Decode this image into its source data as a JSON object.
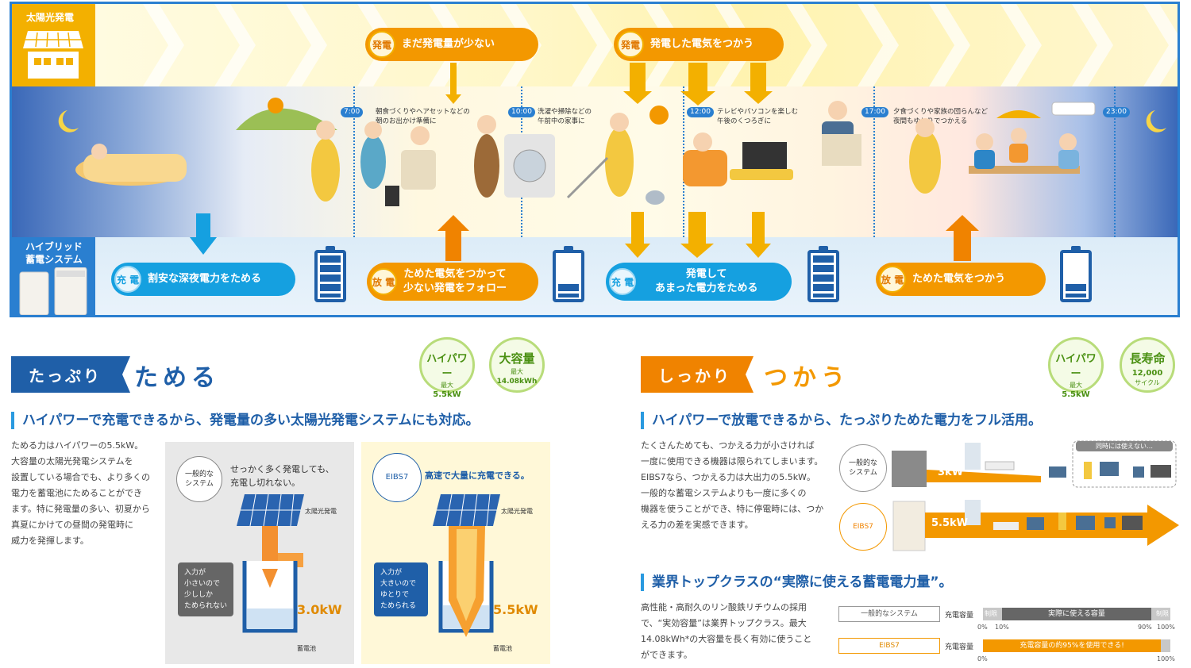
{
  "banner": {
    "solar_label": "太陽光発電",
    "hybrid_label_line1": "ハイブリッド",
    "hybrid_label_line2": "蓄電システム",
    "top_pills": [
      {
        "badge": "発電",
        "text": "まだ発電量が少ない"
      },
      {
        "badge": "発電",
        "text": "発電した電気をつかう"
      }
    ],
    "bottom_pills": [
      {
        "badge": "充 電",
        "text": "割安な深夜電力をためる"
      },
      {
        "badge": "放 電",
        "text1": "ためた電気をつかって",
        "text2": "少ない発電をフォロー"
      },
      {
        "badge": "充 電",
        "text1": "発電して",
        "text2": "あまった電力をためる"
      },
      {
        "badge": "放 電",
        "text": "ためた電気をつかう"
      }
    ],
    "times": [
      {
        "time": "7:00",
        "note1": "朝食づくりやヘアセットなどの",
        "note2": "朝のお出かけ準備に"
      },
      {
        "time": "10:00",
        "note1": "洗濯や掃除などの",
        "note2": "午前中の家事に"
      },
      {
        "time": "12:00",
        "note1": "テレビやパソコンを楽しむ",
        "note2": "午後のくつろぎに"
      },
      {
        "time": "17:00",
        "note1": "夕食づくりや家族の団らんなど",
        "note2": "夜間もゆとりでつかえる"
      },
      {
        "time": "23:00"
      }
    ]
  },
  "left": {
    "tag": "たっぷり",
    "big": "ためる",
    "badges": [
      {
        "title": "ハイパワー",
        "sub1": "最大",
        "sub2": "5.5kW"
      },
      {
        "title": "大容量",
        "sub1": "最大",
        "sub2": "14.08kWh"
      }
    ],
    "subtitle": "ハイパワーで充電できるから、発電量の多い太陽光発電システムにも対応。",
    "body": [
      "ためる力はハイパワーの5.5kW。",
      "大容量の太陽光発電システムを",
      "設置している場合でも、より多くの",
      "電力を蓄電池にためることができ",
      "ます。特に発電量の多い、初夏から",
      "真夏にかけての昼間の発電時に",
      "威力を発揮します。"
    ],
    "panel_a": {
      "circle1": "一般的な",
      "circle2": "システム",
      "head1": "せっかく多く発電しても、",
      "head2": "充電し切れない。",
      "solar": "太陽光発電",
      "callout": [
        "入力が",
        "小さいので",
        "少ししか",
        "ためられない"
      ],
      "value": "3.0kW",
      "battery": "蓄電池"
    },
    "panel_b": {
      "circle": "EIBS7",
      "head": "高速で大量に充電できる。",
      "solar": "太陽光発電",
      "callout": [
        "入力が",
        "大きいので",
        "ゆとりで",
        "ためられる"
      ],
      "value": "5.5kW",
      "battery": "蓄電池"
    }
  },
  "right": {
    "tag": "しっかり",
    "big": "つかう",
    "badges": [
      {
        "title": "ハイパワー",
        "sub1": "最大",
        "sub2": "5.5kW"
      },
      {
        "title": "長寿命",
        "sub1": "12,000",
        "sub2": "サイクル"
      }
    ],
    "subtitle": "ハイパワーで放電できるから、たっぷりためた電力をフル活用。",
    "body": [
      "たくさんためても、つかえる力が小さければ",
      "一度に使用できる機器は限られてしまいます。",
      "EIBS7なら、つかえる力は大出力の5.5kW。",
      "一般的な蓄電システムよりも一度に多くの",
      "機器を使うことができ、特に停電時には、つか",
      "える力の差を実感できます。"
    ],
    "compare": {
      "general1": "一般的な",
      "general2": "システム",
      "general_value": "3kW",
      "not_simul": "同時には使えない…",
      "eibs": "EIBS7",
      "eibs_value": "5.5kW"
    },
    "subtitle2": "業界トップクラスの“実際に使える蓄電電力量”。",
    "body2": [
      "高性能・高耐久のリン酸鉄リチウムの採用",
      "で、“実効容量”は業界トップクラス。最大",
      "14.08kWh*の大容量を長く有効に使うこと",
      "ができます。"
    ],
    "capacity": {
      "general_label": "一般的なシステム",
      "eibs_label": "EIBS7",
      "row_label": "充電容量",
      "limit": "制限",
      "usable": "実際に使える容量",
      "eibs_bar": "充電容量の約95%を使用できる!",
      "ticks_top": [
        "0%",
        "10%",
        "90%",
        "100%"
      ],
      "ticks_bottom": [
        "0%",
        "100%"
      ],
      "general_usable_start": 0.1,
      "general_usable_end": 0.9,
      "eibs_usable": 0.95
    }
  }
}
